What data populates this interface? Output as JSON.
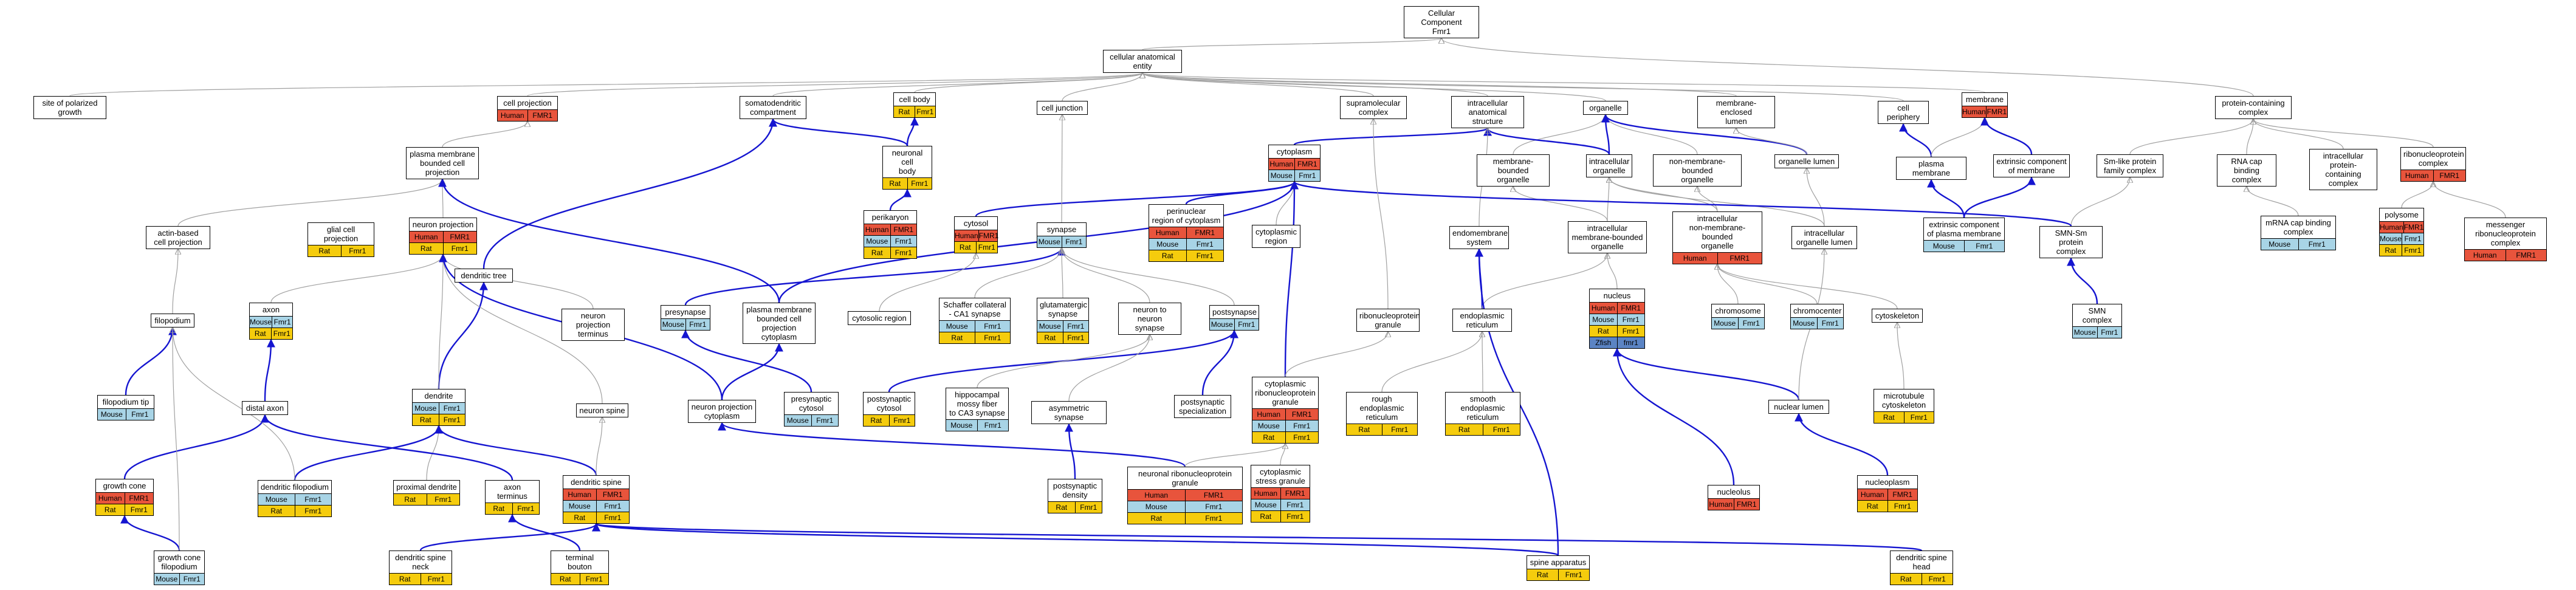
{
  "colors": {
    "Human": "#e8543c",
    "Mouse": "#a8d4e6",
    "Rat": "#f5cc0d",
    "Zfish": "#5b84c4",
    "edge_gray": "#a0a0a0",
    "edge_blue": "#1515d0"
  },
  "nodes": [
    {
      "id": "root",
      "label": "Cellular Component\nFmr1",
      "ann": []
    },
    {
      "id": "cae",
      "label": "cellular anatomical\nentity",
      "ann": []
    },
    {
      "id": "spg",
      "label": "site of polarized\ngrowth",
      "ann": []
    },
    {
      "id": "cellproj",
      "label": "cell projection",
      "ann": [
        [
          "Human",
          "FMR1"
        ]
      ]
    },
    {
      "id": "somato",
      "label": "somatodendritic\ncompartment",
      "ann": []
    },
    {
      "id": "cellbody",
      "label": "cell body",
      "ann": [
        [
          "Rat",
          "Fmr1"
        ]
      ]
    },
    {
      "id": "celljunc",
      "label": "cell junction",
      "ann": []
    },
    {
      "id": "supramol",
      "label": "supramolecular\ncomplex",
      "ann": []
    },
    {
      "id": "intraanat",
      "label": "intracellular\nanatomical structure",
      "ann": []
    },
    {
      "id": "organelle",
      "label": "organelle",
      "ann": []
    },
    {
      "id": "membencl",
      "label": "membrane-enclosed\nlumen",
      "ann": []
    },
    {
      "id": "cellperiph",
      "label": "cell periphery",
      "ann": []
    },
    {
      "id": "membrane",
      "label": "membrane",
      "ann": [
        [
          "Human",
          "FMR1"
        ]
      ]
    },
    {
      "id": "protcont",
      "label": "protein-containing\ncomplex",
      "ann": []
    },
    {
      "id": "pmbcp",
      "label": "plasma membrane\nbounded cell\nprojection",
      "ann": []
    },
    {
      "id": "ncb",
      "label": "neuronal cell\nbody",
      "ann": [
        [
          "Rat",
          "Fmr1"
        ]
      ]
    },
    {
      "id": "cytoplasm",
      "label": "cytoplasm",
      "ann": [
        [
          "Human",
          "FMR1"
        ],
        [
          "Mouse",
          "Fmr1"
        ]
      ]
    },
    {
      "id": "membbound",
      "label": "membrane-bounded\norganelle",
      "ann": []
    },
    {
      "id": "intraorg",
      "label": "intracellular\norganelle",
      "ann": []
    },
    {
      "id": "nonmemb",
      "label": "non-membrane-bounded\norganelle",
      "ann": []
    },
    {
      "id": "orglumen",
      "label": "organelle lumen",
      "ann": []
    },
    {
      "id": "plasmamem",
      "label": "plasma membrane",
      "ann": []
    },
    {
      "id": "extcomp",
      "label": "extrinsic component\nof membrane",
      "ann": []
    },
    {
      "id": "smlike",
      "label": "Sm-like protein\nfamily complex",
      "ann": []
    },
    {
      "id": "rnacap",
      "label": "RNA cap binding\ncomplex",
      "ann": []
    },
    {
      "id": "intraprot",
      "label": "intracellular\nprotein-containing\ncomplex",
      "ann": []
    },
    {
      "id": "ribonuc",
      "label": "ribonucleoprotein\ncomplex",
      "ann": [
        [
          "Human",
          "FMR1"
        ]
      ]
    },
    {
      "id": "actin",
      "label": "actin-based\ncell projection",
      "ann": []
    },
    {
      "id": "glial",
      "label": "glial cell projection",
      "ann": [
        [
          "Rat",
          "Fmr1"
        ]
      ]
    },
    {
      "id": "neuronproj",
      "label": "neuron projection",
      "ann": [
        [
          "Human",
          "FMR1"
        ],
        [
          "Rat",
          "Fmr1"
        ]
      ]
    },
    {
      "id": "perikaryon",
      "label": "perikaryon",
      "ann": [
        [
          "Human",
          "FMR1"
        ],
        [
          "Mouse",
          "Fmr1"
        ],
        [
          "Rat",
          "Fmr1"
        ]
      ]
    },
    {
      "id": "cytosol",
      "label": "cytosol",
      "ann": [
        [
          "Human",
          "FMR1"
        ],
        [
          "Rat",
          "Fmr1"
        ]
      ]
    },
    {
      "id": "perinuc",
      "label": "perinuclear\nregion of cytoplasm",
      "ann": [
        [
          "Human",
          "FMR1"
        ],
        [
          "Mouse",
          "Fmr1"
        ],
        [
          "Rat",
          "Fmr1"
        ]
      ]
    },
    {
      "id": "cytoregion",
      "label": "cytoplasmic\nregion",
      "ann": []
    },
    {
      "id": "endomem",
      "label": "endomembrane\nsystem",
      "ann": []
    },
    {
      "id": "intramembbound",
      "label": "intracellular\nmembrane-bounded\norganelle",
      "ann": []
    },
    {
      "id": "intranonmemb",
      "label": "intracellular\nnon-membrane-bounded\norganelle",
      "ann": [
        [
          "Human",
          "FMR1"
        ]
      ]
    },
    {
      "id": "intraorglumen",
      "label": "intracellular\norganelle lumen",
      "ann": []
    },
    {
      "id": "extplasma",
      "label": "extrinsic component\nof plasma membrane",
      "ann": [
        [
          "Mouse",
          "Fmr1"
        ]
      ]
    },
    {
      "id": "smnsm",
      "label": "SMN-Sm protein\ncomplex",
      "ann": []
    },
    {
      "id": "mrnacap",
      "label": "mRNA cap binding\ncomplex",
      "ann": [
        [
          "Mouse",
          "Fmr1"
        ]
      ]
    },
    {
      "id": "polysome",
      "label": "polysome",
      "ann": [
        [
          "Human",
          "FMR1"
        ],
        [
          "Mouse",
          "Fmr1"
        ],
        [
          "Rat",
          "Fmr1"
        ]
      ]
    },
    {
      "id": "mrnp",
      "label": "messenger ribonucleoprotein\ncomplex",
      "ann": [
        [
          "Human",
          "FMR1"
        ]
      ]
    },
    {
      "id": "synapse",
      "label": "synapse",
      "ann": [
        [
          "Mouse",
          "Fmr1"
        ]
      ]
    },
    {
      "id": "axon",
      "label": "axon",
      "ann": [
        [
          "Mouse",
          "Fmr1"
        ],
        [
          "Rat",
          "Fmr1"
        ]
      ]
    },
    {
      "id": "filopodium",
      "label": "filopodium",
      "ann": []
    },
    {
      "id": "dendtree",
      "label": "dendritic tree",
      "ann": []
    },
    {
      "id": "nprojterm",
      "label": "neuron projection\nterminus",
      "ann": []
    },
    {
      "id": "presyn",
      "label": "presynapse",
      "ann": [
        [
          "Mouse",
          "Fmr1"
        ]
      ]
    },
    {
      "id": "pmbcpcyto",
      "label": "plasma membrane\nbounded cell\nprojection cytoplasm",
      "ann": []
    },
    {
      "id": "cytosolreg",
      "label": "cytosolic region",
      "ann": []
    },
    {
      "id": "schaffer",
      "label": "Schaffer collateral\n- CA1 synapse",
      "ann": [
        [
          "Mouse",
          "Fmr1"
        ],
        [
          "Rat",
          "Fmr1"
        ]
      ]
    },
    {
      "id": "glutamat",
      "label": "glutamatergic\nsynapse",
      "ann": [
        [
          "Mouse",
          "Fmr1"
        ],
        [
          "Rat",
          "Fmr1"
        ]
      ]
    },
    {
      "id": "n2n",
      "label": "neuron to neuron\nsynapse",
      "ann": []
    },
    {
      "id": "postsyn",
      "label": "postsynapse",
      "ann": [
        [
          "Mouse",
          "Fmr1"
        ]
      ]
    },
    {
      "id": "rnpgran",
      "label": "ribonucleoprotein\ngranule",
      "ann": []
    },
    {
      "id": "er",
      "label": "endoplasmic\nreticulum",
      "ann": []
    },
    {
      "id": "nucleus",
      "label": "nucleus",
      "ann": [
        [
          "Human",
          "FMR1"
        ],
        [
          "Mouse",
          "Fmr1"
        ],
        [
          "Rat",
          "Fmr1"
        ],
        [
          "Zfish",
          "fmr1"
        ]
      ]
    },
    {
      "id": "chromosome",
      "label": "chromosome",
      "ann": [
        [
          "Mouse",
          "Fmr1"
        ]
      ]
    },
    {
      "id": "chromocenter",
      "label": "chromocenter",
      "ann": [
        [
          "Mouse",
          "Fmr1"
        ]
      ]
    },
    {
      "id": "cytoskeleton",
      "label": "cytoskeleton",
      "ann": []
    },
    {
      "id": "smn",
      "label": "SMN complex",
      "ann": [
        [
          "Mouse",
          "Fmr1"
        ]
      ]
    },
    {
      "id": "filotip",
      "label": "filopodium tip",
      "ann": [
        [
          "Mouse",
          "Fmr1"
        ]
      ]
    },
    {
      "id": "distalaxon",
      "label": "distal axon",
      "ann": []
    },
    {
      "id": "dendrite",
      "label": "dendrite",
      "ann": [
        [
          "Mouse",
          "Fmr1"
        ],
        [
          "Rat",
          "Fmr1"
        ]
      ]
    },
    {
      "id": "neuronspine",
      "label": "neuron spine",
      "ann": []
    },
    {
      "id": "nprojcyto",
      "label": "neuron projection\ncytoplasm",
      "ann": []
    },
    {
      "id": "presyncyto",
      "label": "presynaptic\ncytosol",
      "ann": [
        [
          "Mouse",
          "Fmr1"
        ]
      ]
    },
    {
      "id": "postsyncyto",
      "label": "postsynaptic\ncytosol",
      "ann": [
        [
          "Rat",
          "Fmr1"
        ]
      ]
    },
    {
      "id": "hippo",
      "label": "hippocampal\nmossy fiber\nto CA3 synapse",
      "ann": [
        [
          "Mouse",
          "Fmr1"
        ]
      ]
    },
    {
      "id": "asym",
      "label": "asymmetric synapse",
      "ann": []
    },
    {
      "id": "postspec",
      "label": "postsynaptic\nspecialization",
      "ann": []
    },
    {
      "id": "cytornp",
      "label": "cytoplasmic\nribonucleoprotein\ngranule",
      "ann": [
        [
          "Human",
          "FMR1"
        ],
        [
          "Mouse",
          "Fmr1"
        ],
        [
          "Rat",
          "Fmr1"
        ]
      ]
    },
    {
      "id": "rougher",
      "label": "rough endoplasmic\nreticulum",
      "ann": [
        [
          "Rat",
          "Fmr1"
        ]
      ]
    },
    {
      "id": "smoother",
      "label": "smooth endoplasmic\nreticulum",
      "ann": [
        [
          "Rat",
          "Fmr1"
        ]
      ]
    },
    {
      "id": "microtub",
      "label": "microtubule\ncytoskeleton",
      "ann": [
        [
          "Rat",
          "Fmr1"
        ]
      ]
    },
    {
      "id": "nuclumen",
      "label": "nuclear lumen",
      "ann": []
    },
    {
      "id": "growthcone",
      "label": "growth cone",
      "ann": [
        [
          "Human",
          "FMR1"
        ],
        [
          "Rat",
          "Fmr1"
        ]
      ]
    },
    {
      "id": "dendfilo",
      "label": "dendritic filopodium",
      "ann": [
        [
          "Mouse",
          "Fmr1"
        ],
        [
          "Rat",
          "Fmr1"
        ]
      ]
    },
    {
      "id": "proxdend",
      "label": "proximal dendrite",
      "ann": [
        [
          "Rat",
          "Fmr1"
        ]
      ]
    },
    {
      "id": "axonterm",
      "label": "axon terminus",
      "ann": [
        [
          "Rat",
          "Fmr1"
        ]
      ]
    },
    {
      "id": "dendspine",
      "label": "dendritic spine",
      "ann": [
        [
          "Human",
          "FMR1"
        ],
        [
          "Mouse",
          "Fmr1"
        ],
        [
          "Rat",
          "Fmr1"
        ]
      ]
    },
    {
      "id": "postdens",
      "label": "postsynaptic\ndensity",
      "ann": [
        [
          "Rat",
          "Fmr1"
        ]
      ]
    },
    {
      "id": "nrnpgran",
      "label": "neuronal ribonucleoprotein\ngranule",
      "ann": [
        [
          "Human",
          "FMR1"
        ],
        [
          "Mouse",
          "Fmr1"
        ],
        [
          "Rat",
          "Fmr1"
        ]
      ]
    },
    {
      "id": "cytostress",
      "label": "cytoplasmic\nstress granule",
      "ann": [
        [
          "Human",
          "FMR1"
        ],
        [
          "Mouse",
          "Fmr1"
        ],
        [
          "Rat",
          "Fmr1"
        ]
      ]
    },
    {
      "id": "nucleolus",
      "label": "nucleolus",
      "ann": [
        [
          "Human",
          "FMR1"
        ]
      ]
    },
    {
      "id": "nucleoplasm",
      "label": "nucleoplasm",
      "ann": [
        [
          "Human",
          "FMR1"
        ],
        [
          "Rat",
          "Fmr1"
        ]
      ]
    },
    {
      "id": "gcfilo",
      "label": "growth cone\nfilopodium",
      "ann": [
        [
          "Mouse",
          "Fmr1"
        ]
      ]
    },
    {
      "id": "dendspineneck",
      "label": "dendritic spine\nneck",
      "ann": [
        [
          "Rat",
          "Fmr1"
        ]
      ]
    },
    {
      "id": "termbouton",
      "label": "terminal bouton",
      "ann": [
        [
          "Rat",
          "Fmr1"
        ]
      ]
    },
    {
      "id": "spineapp",
      "label": "spine apparatus",
      "ann": [
        [
          "Rat",
          "Fmr1"
        ]
      ]
    },
    {
      "id": "dendspinehead",
      "label": "dendritic spine\nhead",
      "ann": [
        [
          "Rat",
          "Fmr1"
        ]
      ]
    }
  ],
  "edges": [
    [
      "cae",
      "root",
      "g"
    ],
    [
      "protcont",
      "root",
      "g"
    ],
    [
      "spg",
      "cae",
      "g"
    ],
    [
      "cellproj",
      "cae",
      "g"
    ],
    [
      "somato",
      "cae",
      "g"
    ],
    [
      "cellbody",
      "cae",
      "g"
    ],
    [
      "celljunc",
      "cae",
      "g"
    ],
    [
      "supramol",
      "cae",
      "g"
    ],
    [
      "intraanat",
      "cae",
      "g"
    ],
    [
      "organelle",
      "cae",
      "g"
    ],
    [
      "membencl",
      "cae",
      "g"
    ],
    [
      "cellperiph",
      "cae",
      "g"
    ],
    [
      "membrane",
      "cae",
      "g"
    ],
    [
      "pmbcp",
      "cellproj",
      "g"
    ],
    [
      "ncb",
      "somato",
      "b"
    ],
    [
      "ncb",
      "cellbody",
      "b"
    ],
    [
      "cytoplasm",
      "intraanat",
      "b"
    ],
    [
      "membbound",
      "organelle",
      "g"
    ],
    [
      "intraorg",
      "organelle",
      "b"
    ],
    [
      "intraorg",
      "intraanat",
      "b"
    ],
    [
      "nonmemb",
      "organelle",
      "g"
    ],
    [
      "orglumen",
      "organelle",
      "b"
    ],
    [
      "orglumen",
      "membencl",
      "g"
    ],
    [
      "plasmamem",
      "cellperiph",
      "b"
    ],
    [
      "plasmamem",
      "membrane",
      "g"
    ],
    [
      "extcomp",
      "membrane",
      "b"
    ],
    [
      "smlike",
      "protcont",
      "g"
    ],
    [
      "rnacap",
      "protcont",
      "g"
    ],
    [
      "intraprot",
      "protcont",
      "g"
    ],
    [
      "ribonuc",
      "protcont",
      "g"
    ],
    [
      "actin",
      "pmbcp",
      "g"
    ],
    [
      "neuronproj",
      "pmbcp",
      "g"
    ],
    [
      "perikaryon",
      "ncb",
      "b"
    ],
    [
      "cytosol",
      "cytoplasm",
      "b"
    ],
    [
      "perinuc",
      "cytoplasm",
      "b"
    ],
    [
      "cytoregion",
      "cytoplasm",
      "g"
    ],
    [
      "endomem",
      "intraanat",
      "g"
    ],
    [
      "intramembbound",
      "membbound",
      "g"
    ],
    [
      "intramembbound",
      "intraorg",
      "g"
    ],
    [
      "intranonmemb",
      "nonmemb",
      "g"
    ],
    [
      "intranonmemb",
      "intraorg",
      "g"
    ],
    [
      "intraorglumen",
      "orglumen",
      "g"
    ],
    [
      "intraorglumen",
      "intraorg",
      "g"
    ],
    [
      "extplasma",
      "extcomp",
      "b"
    ],
    [
      "extplasma",
      "plasmamem",
      "b"
    ],
    [
      "smnsm",
      "smlike",
      "g"
    ],
    [
      "smnsm",
      "cytoplasm",
      "b"
    ],
    [
      "mrnacap",
      "rnacap",
      "g"
    ],
    [
      "polysome",
      "ribonuc",
      "g"
    ],
    [
      "mrnp",
      "ribonuc",
      "g"
    ],
    [
      "synapse",
      "celljunc",
      "g"
    ],
    [
      "axon",
      "neuronproj",
      "g"
    ],
    [
      "filopodium",
      "actin",
      "g"
    ],
    [
      "dendtree",
      "somato",
      "b"
    ],
    [
      "nprojterm",
      "neuronproj",
      "g"
    ],
    [
      "presyn",
      "synapse",
      "b"
    ],
    [
      "pmbcpcyto",
      "cytoplasm",
      "b"
    ],
    [
      "pmbcpcyto",
      "pmbcp",
      "b"
    ],
    [
      "cytosolreg",
      "cytosol",
      "g"
    ],
    [
      "schaffer",
      "synapse",
      "g"
    ],
    [
      "glutamat",
      "synapse",
      "g"
    ],
    [
      "n2n",
      "synapse",
      "g"
    ],
    [
      "postsyn",
      "synapse",
      "g"
    ],
    [
      "rnpgran",
      "supramol",
      "g"
    ],
    [
      "er",
      "endomem",
      "b"
    ],
    [
      "er",
      "intramembbound",
      "g"
    ],
    [
      "nucleus",
      "intramembbound",
      "g"
    ],
    [
      "chromosome",
      "intranonmemb",
      "g"
    ],
    [
      "chromocenter",
      "intranonmemb",
      "g"
    ],
    [
      "cytoskeleton",
      "intranonmemb",
      "g"
    ],
    [
      "smn",
      "smnsm",
      "b"
    ],
    [
      "filotip",
      "filopodium",
      "b"
    ],
    [
      "distalaxon",
      "axon",
      "b"
    ],
    [
      "dendrite",
      "dendtree",
      "b"
    ],
    [
      "dendrite",
      "neuronproj",
      "g"
    ],
    [
      "neuronspine",
      "neuronproj",
      "g"
    ],
    [
      "nprojcyto",
      "pmbcpcyto",
      "b"
    ],
    [
      "nprojcyto",
      "neuronproj",
      "b"
    ],
    [
      "presyncyto",
      "presyn",
      "b"
    ],
    [
      "postsyncyto",
      "postsyn",
      "b"
    ],
    [
      "hippo",
      "n2n",
      "g"
    ],
    [
      "asym",
      "n2n",
      "g"
    ],
    [
      "postspec",
      "postsyn",
      "b"
    ],
    [
      "cytornp",
      "cytoplasm",
      "b"
    ],
    [
      "cytornp",
      "rnpgran",
      "g"
    ],
    [
      "rougher",
      "er",
      "g"
    ],
    [
      "smoother",
      "er",
      "g"
    ],
    [
      "microtub",
      "cytoskeleton",
      "g"
    ],
    [
      "nuclumen",
      "nucleus",
      "b"
    ],
    [
      "nuclumen",
      "intraorglumen",
      "g"
    ],
    [
      "growthcone",
      "distalaxon",
      "b"
    ],
    [
      "dendfilo",
      "dendrite",
      "b"
    ],
    [
      "dendfilo",
      "filopodium",
      "g"
    ],
    [
      "proxdend",
      "dendrite",
      "g"
    ],
    [
      "axonterm",
      "distalaxon",
      "b"
    ],
    [
      "dendspine",
      "dendrite",
      "b"
    ],
    [
      "dendspine",
      "neuronspine",
      "g"
    ],
    [
      "postdens",
      "asym",
      "b"
    ],
    [
      "nrnpgran",
      "nprojcyto",
      "b"
    ],
    [
      "nrnpgran",
      "cytornp",
      "g"
    ],
    [
      "cytostress",
      "cytornp",
      "g"
    ],
    [
      "nucleolus",
      "nucleus",
      "b"
    ],
    [
      "nucleoplasm",
      "nuclumen",
      "b"
    ],
    [
      "gcfilo",
      "growthcone",
      "b"
    ],
    [
      "gcfilo",
      "filopodium",
      "g"
    ],
    [
      "dendspineneck",
      "dendspine",
      "b"
    ],
    [
      "termbouton",
      "axonterm",
      "b"
    ],
    [
      "spineapp",
      "dendspine",
      "b"
    ],
    [
      "spineapp",
      "endomem",
      "b"
    ],
    [
      "dendspinehead",
      "dendspine",
      "b"
    ]
  ]
}
